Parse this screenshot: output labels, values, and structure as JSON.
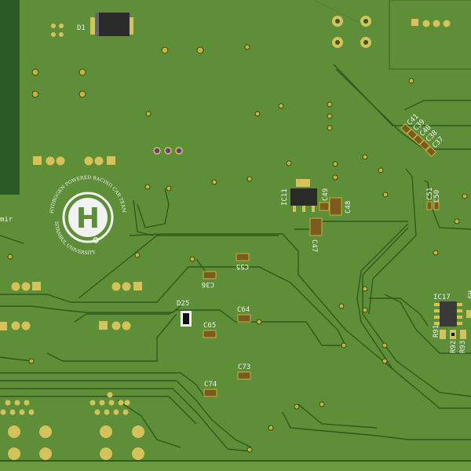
{
  "board": {
    "colors": {
      "soldermask": "#5e8e38",
      "trace": "#2f5a1c",
      "pad": "#d6c25a",
      "silkscreen": "#f2f2f2",
      "copper_pour": "#2a5a26"
    },
    "partial_text": "mir",
    "logo": {
      "letter": "H",
      "ring_text_top": "HYDROGEN POWERED RACING CAR TEAM",
      "ring_text_bottom": "ISTANBUL UNIVERSITY"
    },
    "designators": {
      "d1": "D1",
      "ic11": "IC11",
      "c49": "C49",
      "c48": "C48",
      "c47": "C47",
      "c51": "C51",
      "c50": "C50",
      "c41": "C41",
      "c39": "C39",
      "c40": "C40",
      "c38": "C38",
      "c37": "C37",
      "c36": "C36",
      "c55": "C55",
      "d25": "D25",
      "c64": "C64",
      "c65": "C65",
      "c73": "C73",
      "c74": "C74",
      "ic17": "IC17",
      "r91": "R91",
      "r92": "R92",
      "r93": "R93",
      "r9x": "R9"
    }
  }
}
